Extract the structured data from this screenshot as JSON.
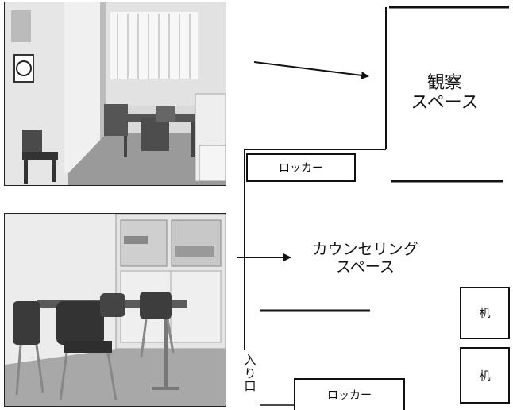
{
  "observation_space": {
    "line1": "観察",
    "line2": "スペース"
  },
  "counseling_space": {
    "line1": "カウンセリング",
    "line2": "スペース"
  },
  "entrance": {
    "c1": "入",
    "c2": "り",
    "c3": "口"
  },
  "locker_top": {
    "label": "ロッカー"
  },
  "locker_bottom": {
    "label": "ロッカー"
  },
  "desk_1": {
    "label": "机"
  },
  "desk_2": {
    "label": "机"
  }
}
